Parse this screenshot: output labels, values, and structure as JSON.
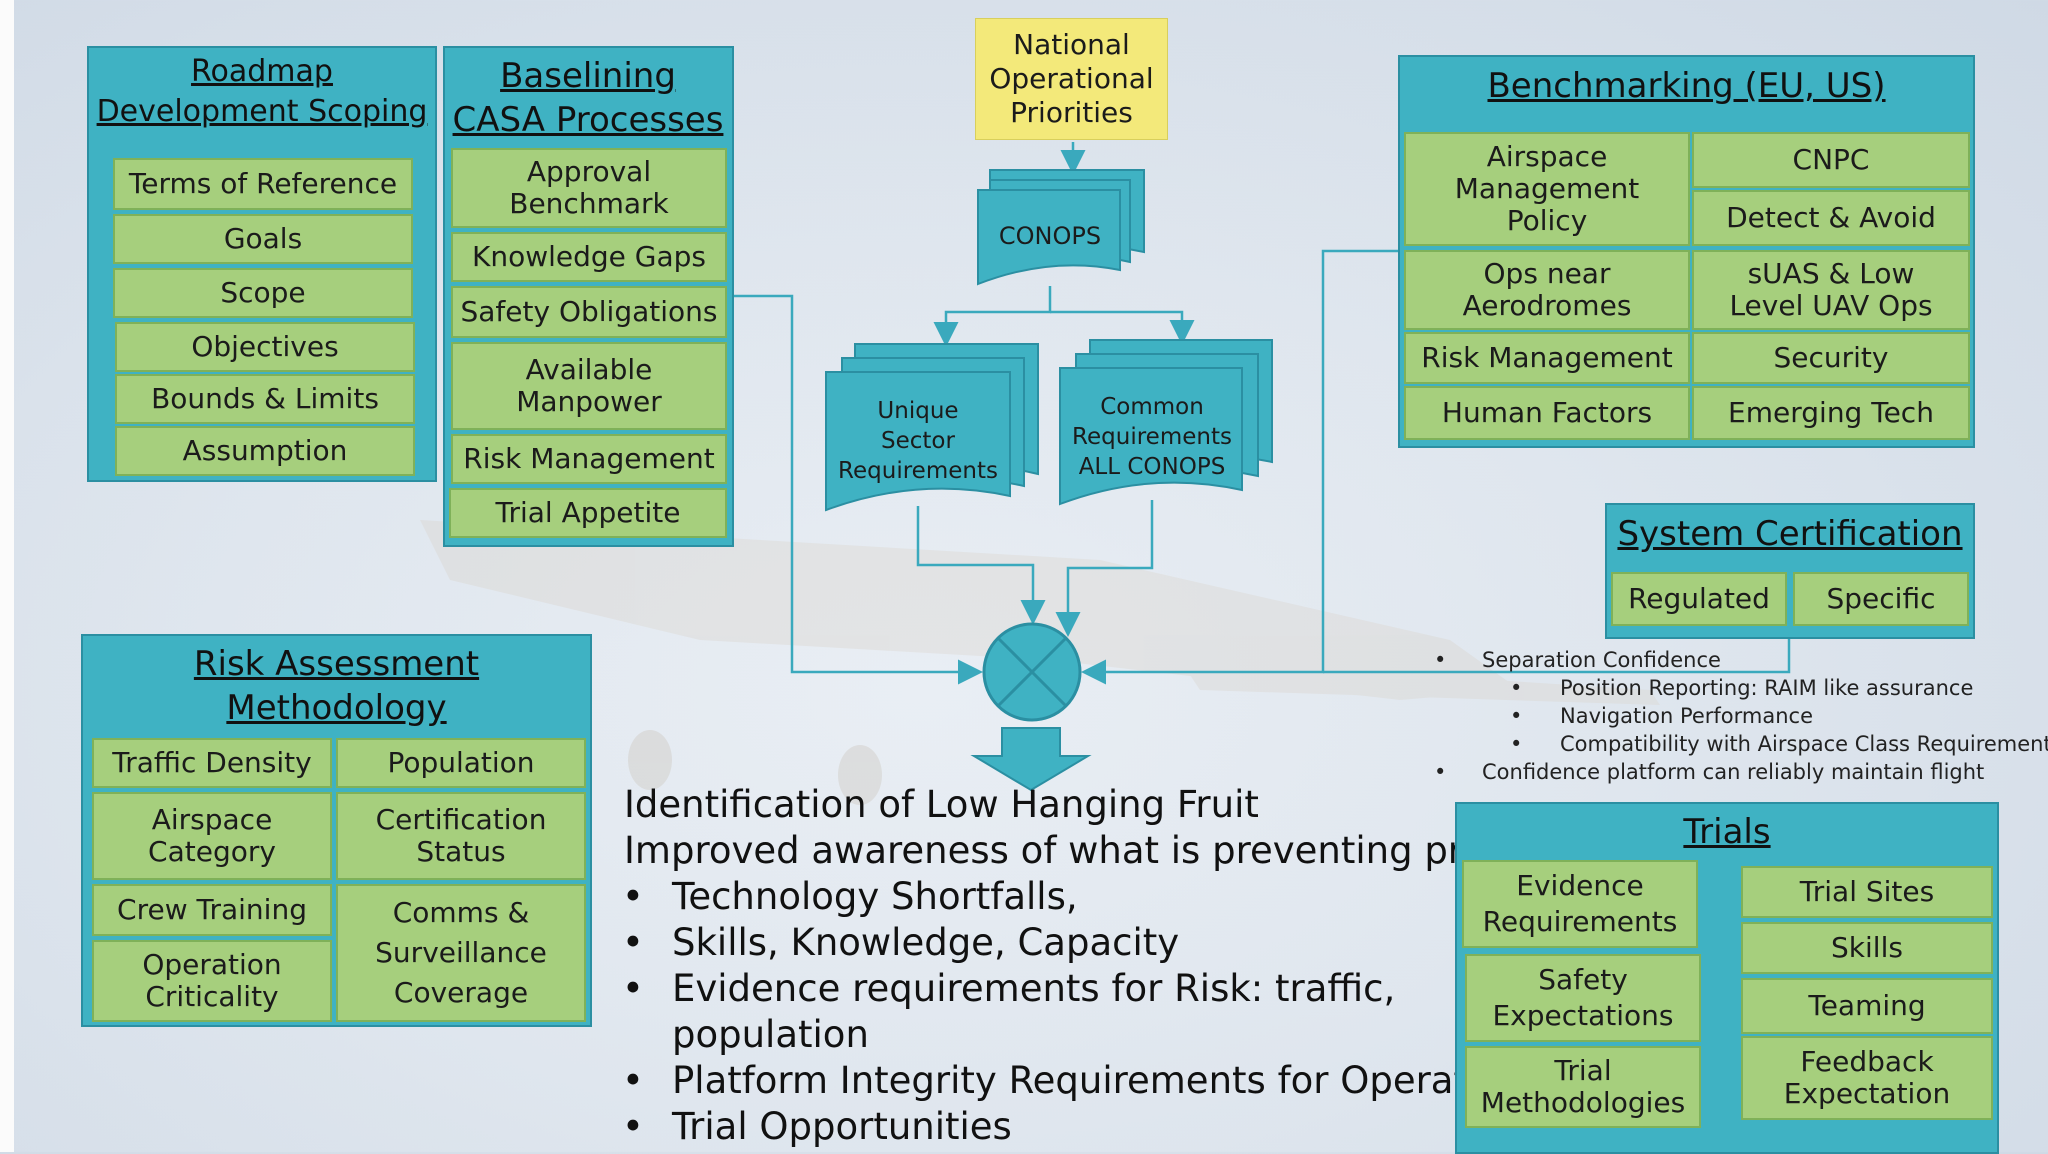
{
  "roadmap": {
    "title": "Roadmap Development Scoping",
    "items": [
      "Terms of Reference",
      "Goals",
      "Scope",
      "Objectives",
      "Bounds & Limits",
      "Assumption"
    ]
  },
  "baselining": {
    "title": "Baselining CASA Processes",
    "items": [
      "Approval Benchmark",
      "Knowledge Gaps",
      "Safety Obligations",
      "Available Manpower",
      "Risk Management",
      "Trial Appetite"
    ]
  },
  "national": {
    "label": "National Operational Priorities"
  },
  "conops": {
    "label": "CONOPS"
  },
  "unique": {
    "label": "Unique Sector Requirements"
  },
  "common": {
    "label": "Common Requirements ALL CONOPS"
  },
  "benchmarking": {
    "title": "Benchmarking (EU, US)",
    "items": [
      "Airspace Management Policy",
      "CNPC",
      "Detect & Avoid",
      "Ops near Aerodromes",
      "sUAS & Low Level UAV Ops",
      "Risk Management",
      "Security",
      "Human Factors",
      "Emerging Tech"
    ]
  },
  "certification": {
    "title": "System Certification",
    "items": [
      "Regulated",
      "Specific"
    ]
  },
  "separation": {
    "items": [
      "Separation Confidence",
      "Position Reporting: RAIM like assurance",
      "Navigation Performance",
      "Compatibility with Airspace Class Requirements",
      "Confidence platform can reliably maintain flight"
    ]
  },
  "risk": {
    "title": "Risk Assessment Methodology",
    "items": [
      "Traffic Density",
      "Population",
      "Airspace Category",
      "Certification Status",
      "Crew Training",
      "Comms & Surveillance Coverage",
      "Operation Criticality"
    ]
  },
  "findings": {
    "line1": "Identification of Low Hanging Fruit",
    "line2": "Improved awareness of what is preventing progress",
    "bullets": [
      "Technology Shortfalls,",
      "Skills, Knowledge, Capacity",
      "Evidence requirements for Risk: traffic,",
      "population",
      "Platform Integrity Requirements for Operations",
      "Trial Opportunities"
    ]
  },
  "trials": {
    "title": "Trials",
    "items": [
      "Evidence Requirements",
      "Trial Sites",
      "Skills",
      "Safety Expectations",
      "Teaming",
      "Trial Methodologies",
      "Feedback Expectation"
    ]
  },
  "colors": {
    "teal": "#3fb2c3",
    "green": "#a6cf7d",
    "yellow": "#f3e97a",
    "connector": "#3aa9bd"
  }
}
